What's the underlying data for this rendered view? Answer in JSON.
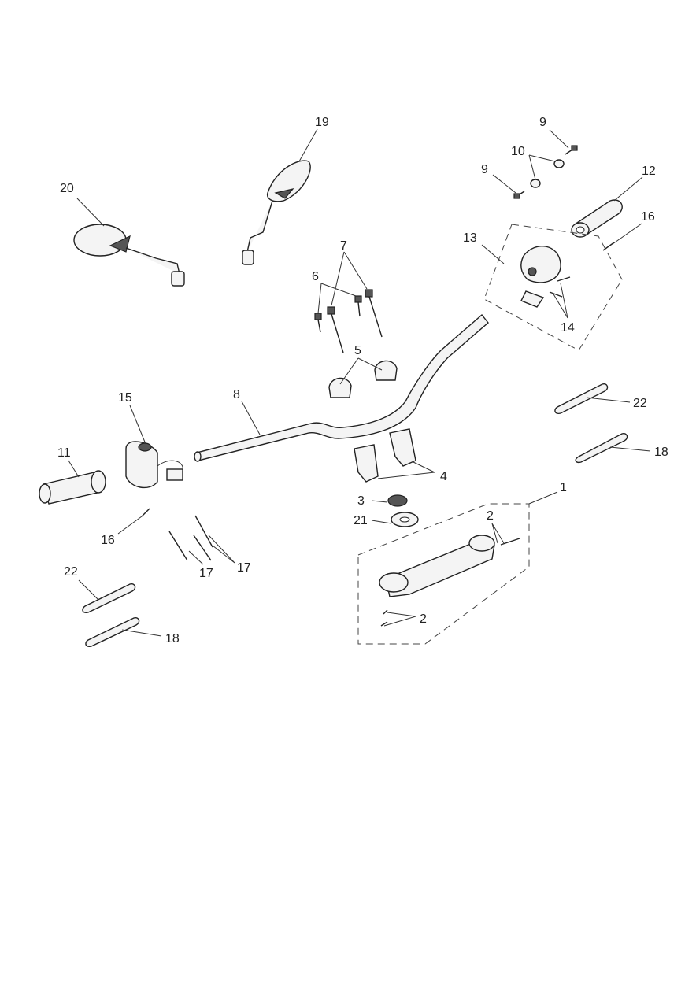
{
  "diagram": {
    "title": "Handlebar assembly exploded parts view",
    "callouts": {
      "c1": "1",
      "c2a": "2",
      "c2b": "2",
      "c3": "3",
      "c4": "4",
      "c5": "5",
      "c6": "6",
      "c7": "7",
      "c8": "8",
      "c9a": "9",
      "c9b": "9",
      "c10": "10",
      "c11": "11",
      "c12": "12",
      "c13": "13",
      "c14": "14",
      "c15": "15",
      "c16a": "16",
      "c16b": "16",
      "c17a": "17",
      "c17b": "17",
      "c18a": "18",
      "c18b": "18",
      "c19": "19",
      "c20": "20",
      "c21": "21",
      "c22a": "22",
      "c22b": "22"
    }
  }
}
